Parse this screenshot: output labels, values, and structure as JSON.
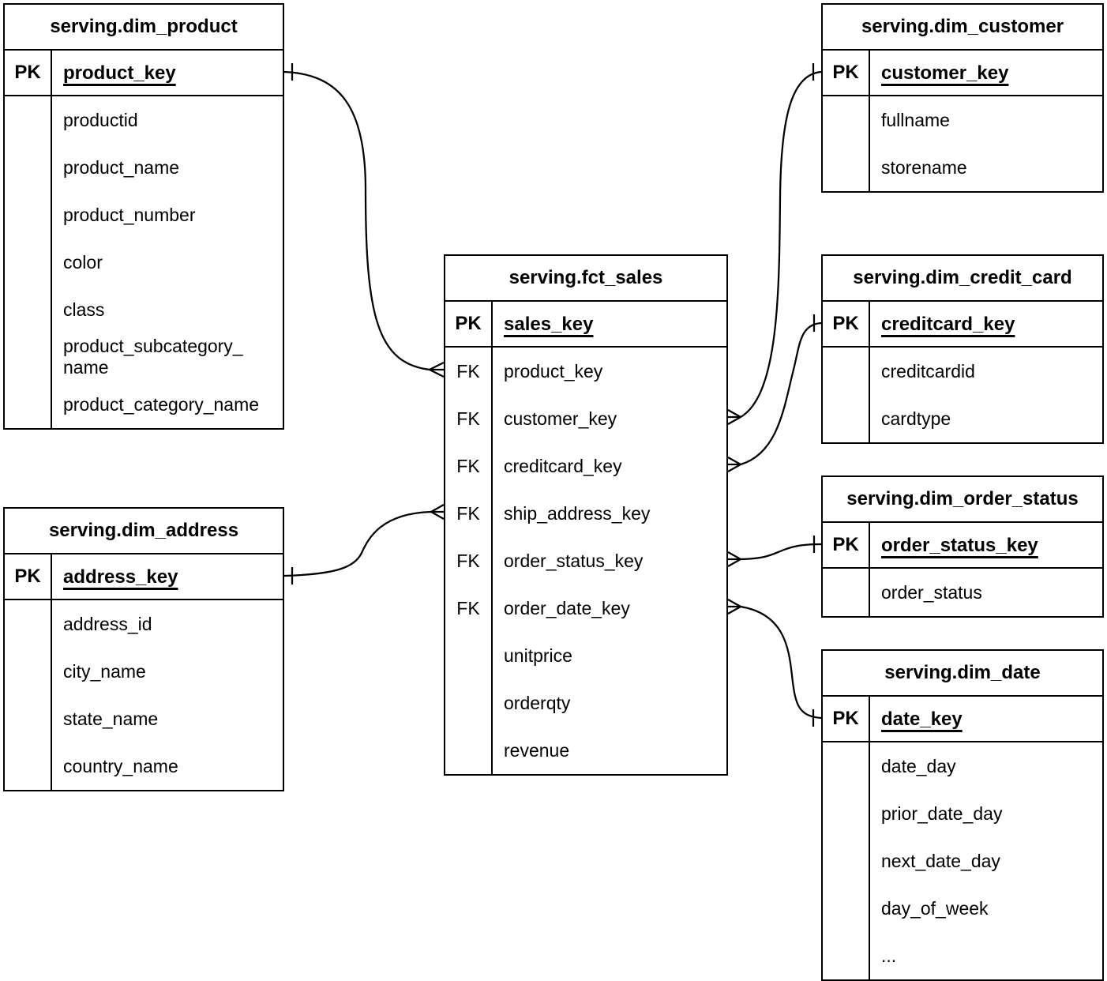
{
  "diagram": {
    "kind": "entity-relationship-star-schema",
    "colors": {
      "background": "#ffffff",
      "border": "#000000",
      "text": "#000000",
      "line": "#000000"
    },
    "tables": [
      {
        "id": "dim_product",
        "title": "serving.dim_product",
        "key_label": "PK",
        "key_field": "product_key",
        "fields": [
          {
            "label": "",
            "name": "productid"
          },
          {
            "label": "",
            "name": "product_name"
          },
          {
            "label": "",
            "name": "product_number"
          },
          {
            "label": "",
            "name": "color"
          },
          {
            "label": "",
            "name": "class"
          },
          {
            "label": "",
            "name": "product_subcategory_name",
            "display": "product_subcategory_\nname"
          },
          {
            "label": "",
            "name": "product_category_name"
          }
        ]
      },
      {
        "id": "dim_customer",
        "title": "serving.dim_customer",
        "key_label": "PK",
        "key_field": "customer_key",
        "fields": [
          {
            "label": "",
            "name": "fullname"
          },
          {
            "label": "",
            "name": "storename"
          }
        ]
      },
      {
        "id": "fct_sales",
        "title": "serving.fct_sales",
        "key_label": "PK",
        "key_field": "sales_key",
        "fields": [
          {
            "label": "FK",
            "name": "product_key"
          },
          {
            "label": "FK",
            "name": "customer_key"
          },
          {
            "label": "FK",
            "name": "creditcard_key"
          },
          {
            "label": "FK",
            "name": "ship_address_key"
          },
          {
            "label": "FK",
            "name": "order_status_key"
          },
          {
            "label": "FK",
            "name": "order_date_key"
          },
          {
            "label": "",
            "name": "unitprice"
          },
          {
            "label": "",
            "name": "orderqty"
          },
          {
            "label": "",
            "name": "revenue"
          }
        ]
      },
      {
        "id": "dim_credit_card",
        "title": "serving.dim_credit_card",
        "key_label": "PK",
        "key_field": "creditcard_key",
        "fields": [
          {
            "label": "",
            "name": "creditcardid"
          },
          {
            "label": "",
            "name": "cardtype"
          }
        ]
      },
      {
        "id": "dim_order_status",
        "title": "serving.dim_order_status",
        "key_label": "PK",
        "key_field": "order_status_key",
        "fields": [
          {
            "label": "",
            "name": "order_status"
          }
        ]
      },
      {
        "id": "dim_date",
        "title": "serving.dim_date",
        "key_label": "PK",
        "key_field": "date_key",
        "fields": [
          {
            "label": "",
            "name": "date_day"
          },
          {
            "label": "",
            "name": "prior_date_day"
          },
          {
            "label": "",
            "name": "next_date_day"
          },
          {
            "label": "",
            "name": "day_of_week"
          },
          {
            "label": "",
            "name": "..."
          }
        ]
      },
      {
        "id": "dim_address",
        "title": "serving.dim_address",
        "key_label": "PK",
        "key_field": "address_key",
        "fields": [
          {
            "label": "",
            "name": "address_id"
          },
          {
            "label": "",
            "name": "city_name"
          },
          {
            "label": "",
            "name": "state_name"
          },
          {
            "label": "",
            "name": "country_name"
          }
        ]
      }
    ],
    "relationships": [
      {
        "id": "product",
        "one_table": "serving.dim_product",
        "one_field": "product_key",
        "many_table": "serving.fct_sales",
        "many_field": "product_key",
        "cardinality": "one-to-many"
      },
      {
        "id": "customer",
        "one_table": "serving.dim_customer",
        "one_field": "customer_key",
        "many_table": "serving.fct_sales",
        "many_field": "customer_key",
        "cardinality": "one-to-many"
      },
      {
        "id": "creditcard",
        "one_table": "serving.dim_credit_card",
        "one_field": "creditcard_key",
        "many_table": "serving.fct_sales",
        "many_field": "creditcard_key",
        "cardinality": "one-to-many"
      },
      {
        "id": "ship_address",
        "one_table": "serving.dim_address",
        "one_field": "address_key",
        "many_table": "serving.fct_sales",
        "many_field": "ship_address_key",
        "cardinality": "one-to-many"
      },
      {
        "id": "order_status",
        "one_table": "serving.dim_order_status",
        "one_field": "order_status_key",
        "many_table": "serving.fct_sales",
        "many_field": "order_status_key",
        "cardinality": "one-to-many"
      },
      {
        "id": "order_date",
        "one_table": "serving.dim_date",
        "one_field": "date_key",
        "many_table": "serving.fct_sales",
        "many_field": "order_date_key",
        "cardinality": "one-to-many"
      }
    ]
  }
}
